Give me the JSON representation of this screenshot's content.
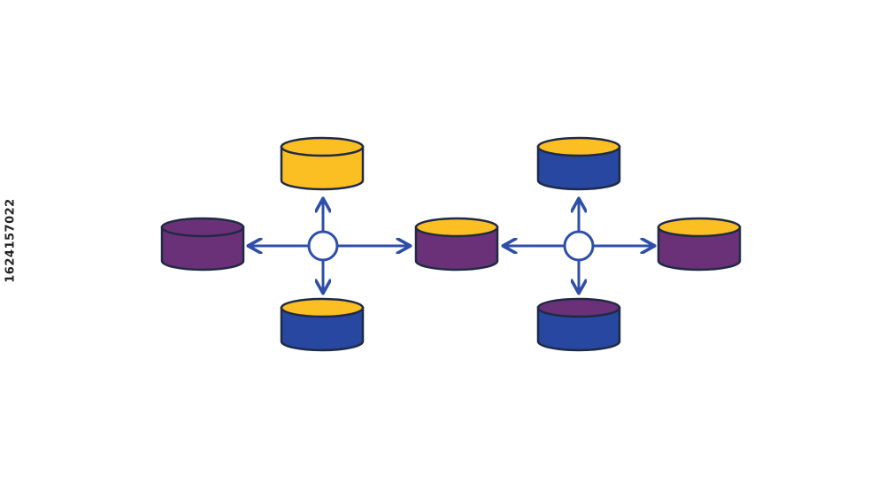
{
  "colors": {
    "yellow": "#FBBF24",
    "purple": "#6B3178",
    "blue": "#2747A0",
    "outline": "#1f2a44",
    "arrow": "#2F4EA8",
    "hub_fill": "#ffffff"
  },
  "hubs": [
    {
      "id": "hub-left"
    },
    {
      "id": "hub-right"
    }
  ],
  "nodes": [
    {
      "id": "left-top",
      "top_color": "yellow",
      "body_color": "yellow"
    },
    {
      "id": "left-left",
      "top_color": "purple",
      "body_color": "purple"
    },
    {
      "id": "left-bottom",
      "top_color": "yellow",
      "body_color": "blue"
    },
    {
      "id": "center",
      "top_color": "yellow",
      "body_color": "purple"
    },
    {
      "id": "right-top",
      "top_color": "yellow",
      "body_color": "blue"
    },
    {
      "id": "right-right",
      "top_color": "yellow",
      "body_color": "purple"
    },
    {
      "id": "right-bottom",
      "top_color": "purple",
      "body_color": "blue"
    }
  ],
  "stock_id": "1624157022"
}
